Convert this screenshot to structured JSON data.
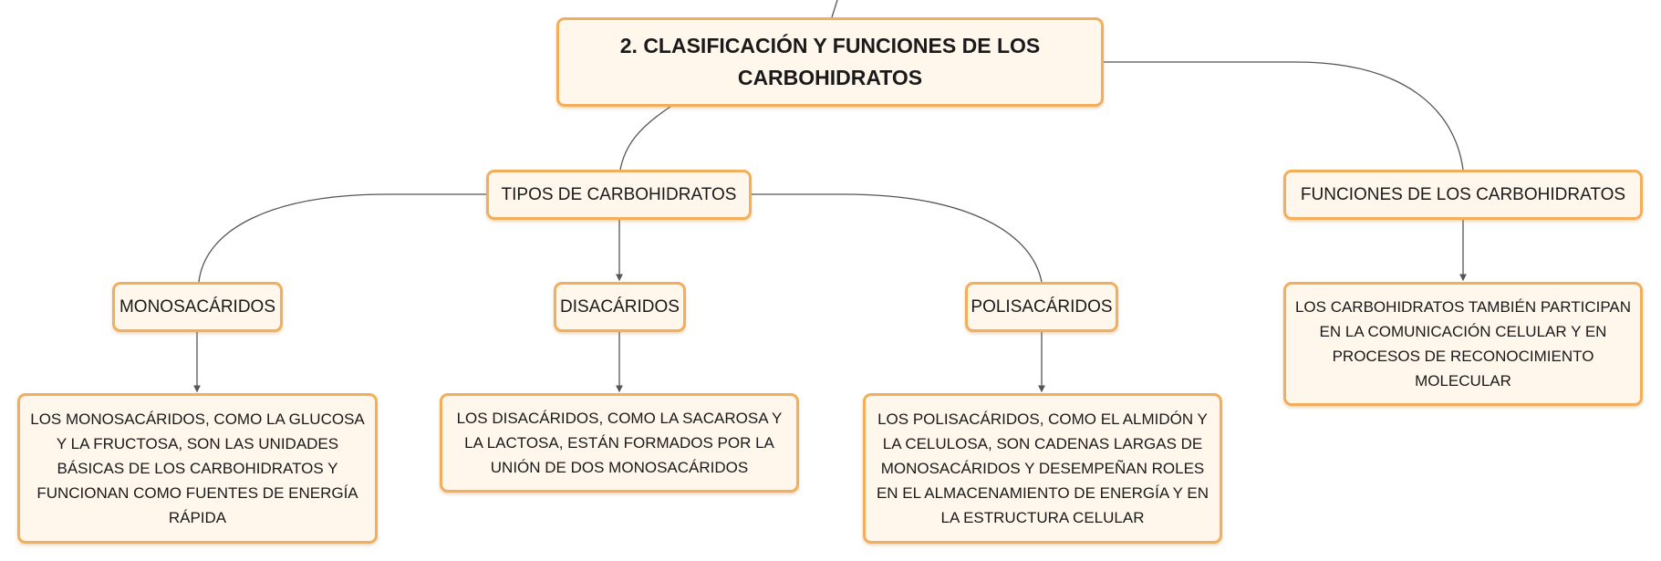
{
  "colors": {
    "node_border": "#f2ae5a",
    "node_fill": "#fff6ec",
    "connector": "#555555"
  },
  "root": {
    "title": "2. CLASIFICACIÓN Y FUNCIONES DE LOS CARBOHIDRATOS"
  },
  "tipos": {
    "label": "TIPOS DE CARBOHIDRATOS"
  },
  "funciones": {
    "label": "FUNCIONES DE LOS CARBOHIDRATOS",
    "detail": "LOS CARBOHIDRATOS TAMBIÉN PARTICIPAN EN LA COMUNICACIÓN CELULAR Y EN PROCESOS DE RECONOCIMIENTO MOLECULAR"
  },
  "monosacaridos": {
    "label": "MONOSACÁRIDOS",
    "detail": "LOS MONOSACÁRIDOS, COMO LA GLUCOSA Y LA FRUCTOSA, SON LAS UNIDADES BÁSICAS DE LOS CARBOHIDRATOS Y FUNCIONAN COMO FUENTES DE ENERGÍA RÁPIDA"
  },
  "disacaridos": {
    "label": "DISACÁRIDOS",
    "detail": "LOS DISACÁRIDOS, COMO LA SACAROSA Y LA LACTOSA, ESTÁN FORMADOS POR LA UNIÓN DE DOS MONOSACÁRIDOS"
  },
  "polisacaridos": {
    "label": "POLISACÁRIDOS",
    "detail": "LOS POLISACÁRIDOS, COMO EL ALMIDÓN Y LA CELULOSA, SON CADENAS LARGAS DE MONOSACÁRIDOS Y DESEMPEÑAN ROLES EN EL ALMACENAMIENTO DE ENERGÍA Y EN LA ESTRUCTURA CELULAR"
  }
}
